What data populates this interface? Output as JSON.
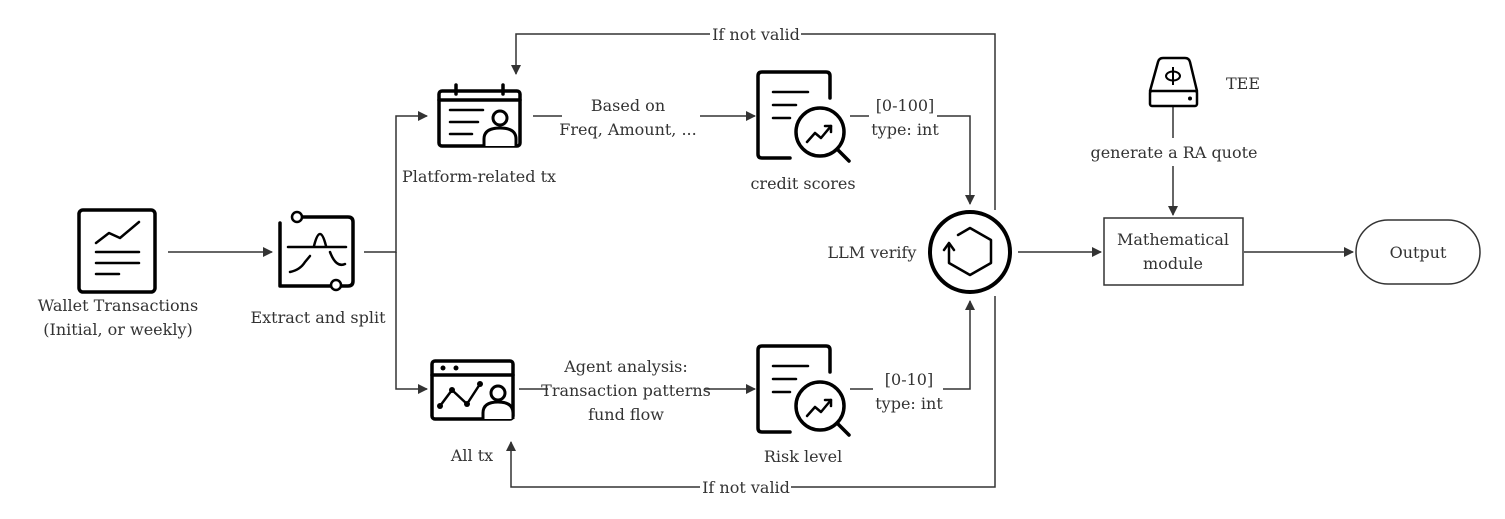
{
  "nodes": {
    "wallet": {
      "line1": "Wallet Transactions",
      "line2": "(Initial, or weekly)"
    },
    "extract": {
      "label": "Extract and split"
    },
    "platform_tx": {
      "label": "Platform-related tx"
    },
    "all_tx": {
      "label": "All tx"
    },
    "credit_scores": {
      "label": "credit scores"
    },
    "risk_level": {
      "label": "Risk level"
    },
    "llm_verify": {
      "label": "LLM verify"
    },
    "tee": {
      "label": "TEE"
    },
    "math_module": {
      "line1": "Mathematical",
      "line2": "module"
    },
    "output": {
      "label": "Output"
    }
  },
  "edges": {
    "platform_to_credit": {
      "line1": "Based on",
      "line2": "Freq, Amount, ..."
    },
    "all_to_risk": {
      "line1": "Agent analysis:",
      "line2": "Transaction patterns",
      "line3": "fund flow"
    },
    "credit_to_llm": {
      "line1": "[0-100]",
      "line2": "type: int"
    },
    "risk_to_llm": {
      "line1": "[0-10]",
      "line2": "type: int"
    },
    "llm_to_platform_feedback": {
      "label": "If not valid"
    },
    "llm_to_all_feedback": {
      "label": "If not valid"
    },
    "tee_to_math": {
      "label": "generate a RA quote"
    }
  },
  "icons": {
    "wallet": "document-chart-icon",
    "extract": "signal-filter-icon",
    "platform_tx": "calendar-profile-icon",
    "all_tx": "browser-analytics-user-icon",
    "credit_scores": "document-magnifier-icon",
    "risk_level": "document-magnifier-icon",
    "llm_verify": "circular-refresh-hexagon-icon",
    "tee": "hardware-enclave-icon"
  }
}
